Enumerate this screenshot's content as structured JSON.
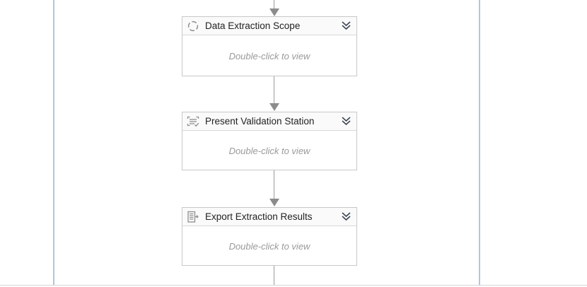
{
  "workflow": {
    "steps": [
      {
        "title": "Data Extraction Scope",
        "icon": "loop-cycle-icon",
        "body_text": "Double-click to view",
        "collapsed": false
      },
      {
        "title": "Present Validation Station",
        "icon": "validation-checklist-icon",
        "body_text": "Double-click to view",
        "collapsed": false
      },
      {
        "title": "Export Extraction Results",
        "icon": "export-document-icon",
        "body_text": "Double-click to view",
        "collapsed": false
      }
    ],
    "collapse_control": "double-chevron-down-icon"
  },
  "colors": {
    "guide_line": "#aac8e2",
    "connector": "#9b9b9b",
    "arrowhead": "#8c8c8c",
    "card_border": "#c8c8c8",
    "header_bg": "#fafafa",
    "title_text": "#222222",
    "hint_text": "#9a9a9a",
    "chevron": "#3d4754",
    "bottom_rule": "#d6d6d6"
  }
}
